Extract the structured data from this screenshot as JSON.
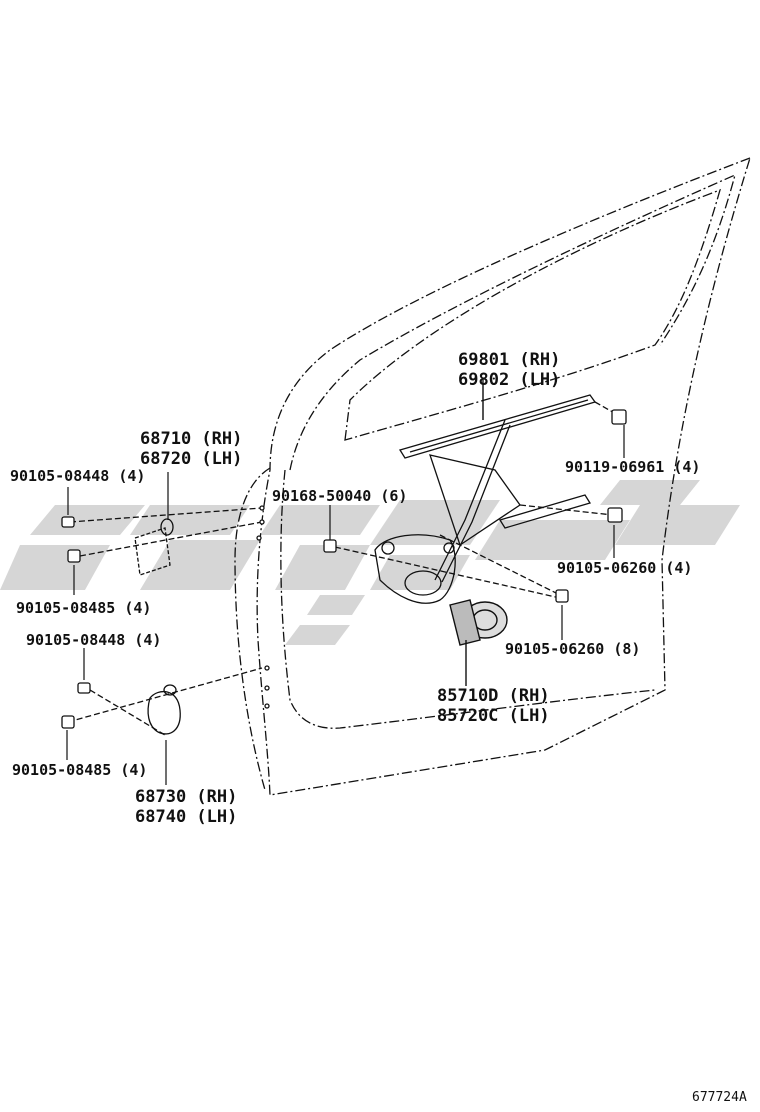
{
  "colors": {
    "ink": "#111111",
    "watermark": "#cfcfcf"
  },
  "labels": {
    "window_glass_top": [
      "69801 (RH)",
      "69802 (LH)"
    ],
    "upper_hinge": [
      "68710 (RH)",
      "68720 (LH)"
    ],
    "lower_hinge": [
      "68730 (RH)",
      "68740 (LH)"
    ],
    "regulator_motor": [
      "85710D (RH)",
      "85720C (LH)"
    ],
    "bolt_upper_left_top": "90105-08448 (4)",
    "bolt_upper_left_bottom": "90105-08485 (4)",
    "bolt_lower_left_top": "90105-08448 (4)",
    "bolt_lower_left_bottom": "90105-08485 (4)",
    "bolt_center": "90168-50040 (6)",
    "bolt_right_top": "90119-06961 (4)",
    "bolt_right_mid": "90105-06260 (4)",
    "bolt_center_bottom": "90105-06260 (8)",
    "diagram_code": "677724A"
  }
}
